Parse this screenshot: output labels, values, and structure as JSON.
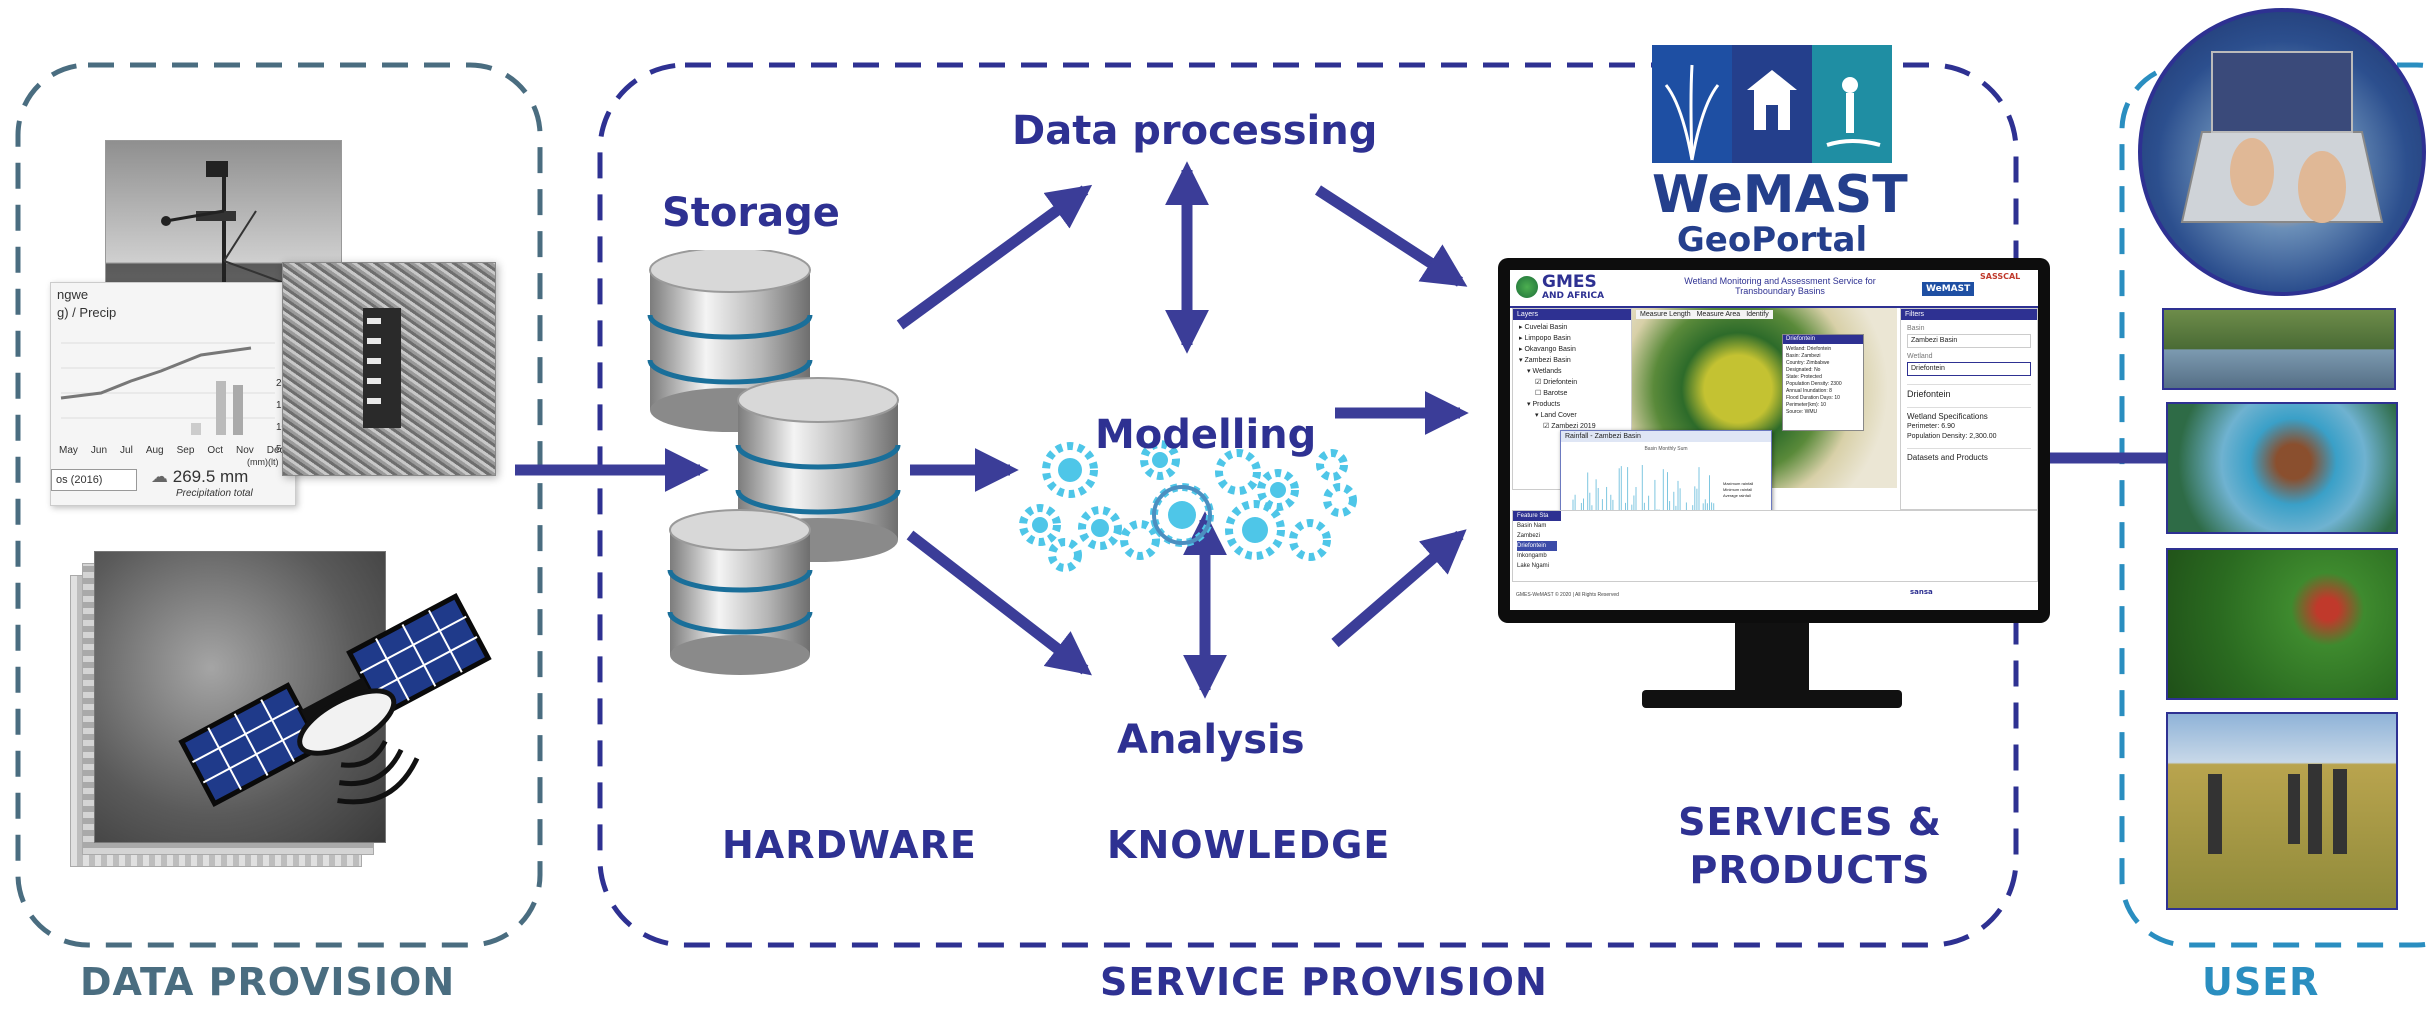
{
  "sections": {
    "data_provision": "DATA PROVISION",
    "service_provision": "SERVICE PROVISION",
    "user": "USER"
  },
  "nodes": {
    "storage": "Storage",
    "data_processing": "Data processing",
    "modelling": "Modelling",
    "analysis": "Analysis"
  },
  "captions": {
    "hardware": "HARDWARE",
    "knowledge": "KNOWLEDGE",
    "services_line1": "SERVICES &",
    "services_line2": "PRODUCTS"
  },
  "logo": {
    "name": "WeMAST",
    "sub": "GeoPortal"
  },
  "chart_thumb": {
    "value": "269.5 mm",
    "caption": "Precipitation total",
    "months": [
      "May",
      "Jun",
      "Jul",
      "Aug",
      "Sep",
      "Oct",
      "Nov",
      "Dec"
    ],
    "legend": "(mm)(lt)",
    "axis": [
      "200",
      "150",
      "100",
      "50"
    ],
    "tag": "os (2016)",
    "header": "ngwe",
    "subheader": "g) / Precip"
  },
  "geoportal": {
    "brand": "GMES",
    "brand_sub": "AND AFRICA",
    "title_line1": "Wetland Monitoring and Assessment Service for",
    "title_line2": "Transboundary Basins",
    "partner": "SASSCAL",
    "logo_small": "WeMAST",
    "layers_title": "Layers",
    "layers": [
      "Cuvelai Basin",
      "Limpopo Basin",
      "Okavango Basin",
      "Zambezi Basin",
      "Wetlands",
      "Driefontein",
      "Barotse",
      "Products",
      "Land Cover",
      "Zambezi 2019"
    ],
    "filters_title": "Filters",
    "filter_basin_label": "Basin",
    "filter_basin_value": "Zambezi Basin",
    "filter_wetland_label": "Wetland",
    "filter_wetland_value": "Driefontein",
    "wetland_name": "Driefontein",
    "spec_title": "Wetland Specifications",
    "perimeter": "Perimeter: 6.90",
    "population": "Population Density: 2,300.00",
    "datasets": "Datasets and Products",
    "popup_title": "Driefontein",
    "popup_lines": [
      "Wetland: Driefontein",
      "Basin: Zambezi",
      "Country: Zimbabwe",
      "Designated: No",
      "State: Protected",
      "Population Density: 2300",
      "Annual Inundation: 8",
      "Flood Duration Days: 10",
      "Perimeter(km): 10",
      "Source: WMU"
    ],
    "chart_title": "Rainfall - Zambezi Basin",
    "chart_sub": "Basin Monthly Sum",
    "chart_legend": [
      "Maximum rainfall",
      "Minimum rainfall",
      "Average rainfall"
    ],
    "table_header": "Feature Sta",
    "table_rows": [
      "Basin Nam",
      "Zambezi",
      "Driefontein",
      "Inkongamb",
      "Lake Ngami"
    ],
    "footer": "GMES-WeMAST © 2020 | All Rights Reserved",
    "toolbar": [
      "Measure Length",
      "Measure Area",
      "Identify"
    ],
    "partner_logos": [
      "sansa"
    ]
  },
  "colors": {
    "navy": "#2e3192",
    "slate": "#4a6d80",
    "user_blue": "#2a8ec0",
    "arrow": "#3b3d98",
    "gear": "#4ec6e8",
    "logo_blue": "#1e4fa3",
    "logo_teal": "#1f8ea3"
  }
}
